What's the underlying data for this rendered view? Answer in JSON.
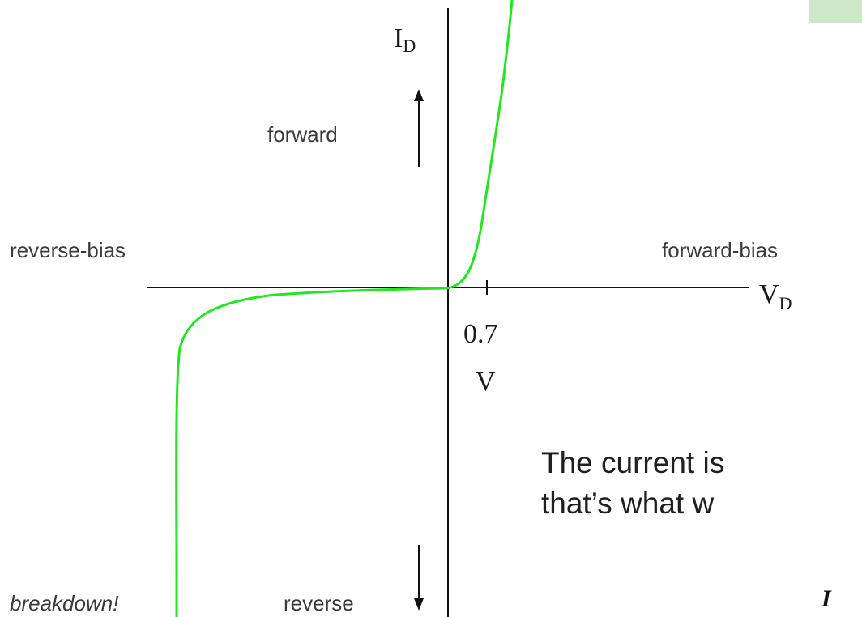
{
  "diagram": {
    "axis_labels": {
      "y_main": "I",
      "y_sub": "D",
      "x_main": "V",
      "x_sub": "D"
    },
    "annotations": {
      "forward": "forward",
      "reverse": "reverse",
      "reverse_bias": "reverse-bias",
      "forward_bias": "forward-bias",
      "breakdown": "breakdown!",
      "tick_value": "0.7",
      "tick_unit": "V"
    },
    "colors": {
      "curve": "#22e622",
      "axes": "#111111",
      "corner_box": "#cfe7c9"
    }
  },
  "caption": {
    "line1": "The current is",
    "line2": "that’s what w",
    "equation_fragment": "I"
  }
}
